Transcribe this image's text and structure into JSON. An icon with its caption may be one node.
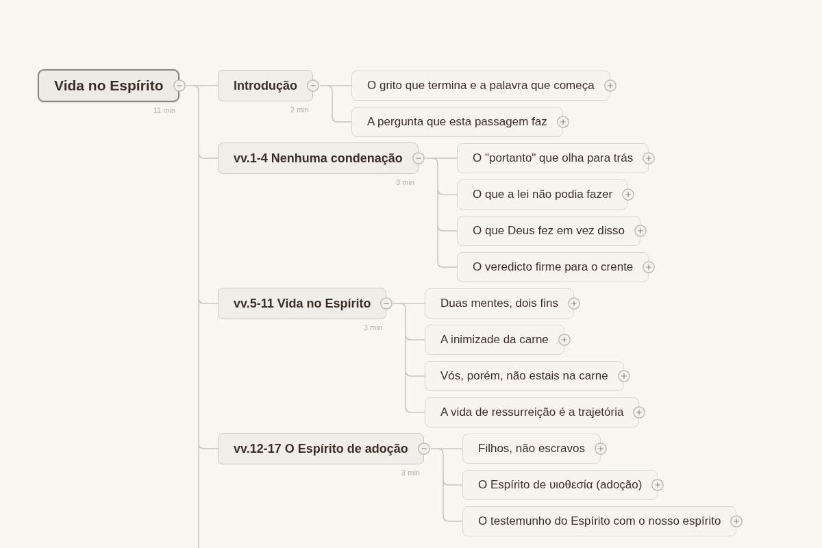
{
  "diagram": {
    "nodes": [
      {
        "text": [
          "Vida no Espírito"
        ],
        "beside": [
          "11 min"
        ]
      },
      {
        "text": [
          "Introdução"
        ],
        "beside": [
          "2 min"
        ]
      },
      {
        "text": [
          "O grito que termina e a palavra que começa"
        ]
      },
      {
        "text": [
          "A pergunta que esta passagem faz"
        ]
      },
      {
        "text": [
          "vv.1-4 Nenhuma condenação"
        ],
        "beside": [
          "3 min"
        ]
      },
      {
        "text": [
          "O \"portanto\" que olha para trás"
        ]
      },
      {
        "text": [
          "O que a lei não podia fazer"
        ]
      },
      {
        "text": [
          "O que Deus fez em vez disso"
        ]
      },
      {
        "text": [
          "O veredicto firme para o crente"
        ]
      },
      {
        "text": [
          "vv.5-11 Vida no Espírito"
        ],
        "beside": [
          "3 min"
        ]
      },
      {
        "text": [
          "Duas mentes, dois fins"
        ]
      },
      {
        "text": [
          "A inimizade da carne"
        ]
      },
      {
        "text": [
          "Vós, porém, não estais na carne"
        ]
      },
      {
        "text": [
          "A vida de ressurreição é a trajetória"
        ]
      },
      {
        "text": [
          "vv.12-17 O Espírito de adoção"
        ],
        "beside": [
          "3 min"
        ]
      },
      {
        "text": [
          "Filhos, não escravos"
        ]
      },
      {
        "text": [
          "O Espírito de υιοθεσία (adoção)"
        ]
      },
      {
        "text": [
          "O testemunho do Espírito com o nosso espírito"
        ]
      }
    ],
    "edges": [
      {
        "from": 0,
        "to": 1,
        "arrow": "none"
      },
      {
        "from": 0,
        "to": 4,
        "arrow": "none"
      },
      {
        "from": 0,
        "to": 9,
        "arrow": "none"
      },
      {
        "from": 0,
        "to": 14,
        "arrow": "none"
      },
      {
        "from": 0,
        "to": null,
        "arrow": "none"
      },
      {
        "from": 1,
        "to": 2,
        "arrow": "none"
      },
      {
        "from": 1,
        "to": 3,
        "arrow": "none"
      },
      {
        "from": 4,
        "to": 5,
        "arrow": "none"
      },
      {
        "from": 4,
        "to": 6,
        "arrow": "none"
      },
      {
        "from": 4,
        "to": 7,
        "arrow": "none"
      },
      {
        "from": 4,
        "to": 8,
        "arrow": "none"
      },
      {
        "from": 9,
        "to": 10,
        "arrow": "none"
      },
      {
        "from": 9,
        "to": 11,
        "arrow": "none"
      },
      {
        "from": 9,
        "to": 12,
        "arrow": "none"
      },
      {
        "from": 9,
        "to": 13,
        "arrow": "none"
      },
      {
        "from": 14,
        "to": 15,
        "arrow": "none"
      },
      {
        "from": 14,
        "to": 16,
        "arrow": "none"
      },
      {
        "from": 14,
        "to": 17,
        "arrow": "none"
      }
    ]
  }
}
